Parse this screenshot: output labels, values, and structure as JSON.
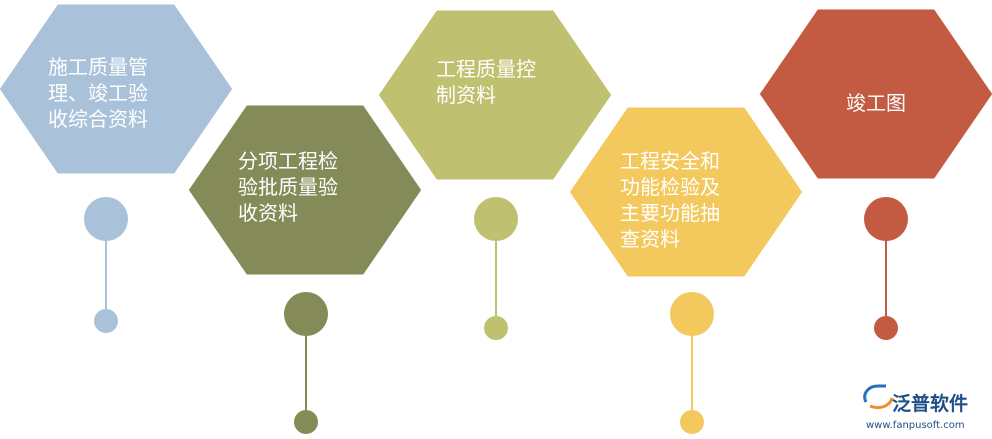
{
  "diagram": {
    "steps": [
      {
        "name": "step-1",
        "color": "#a9c2da",
        "lines": [
          "施工质量管",
          "理、竣工验",
          "收综合资料"
        ]
      },
      {
        "name": "step-2",
        "color": "#848b59",
        "lines": [
          "分项工程检",
          "验批质量验",
          "收资料"
        ]
      },
      {
        "name": "step-3",
        "color": "#c0c170",
        "lines": [
          "工程质量控",
          "制资料"
        ]
      },
      {
        "name": "step-4",
        "color": "#f3c95e",
        "lines": [
          "工程安全和",
          "功能检验及",
          "主要功能抽",
          "查资料"
        ]
      },
      {
        "name": "step-5",
        "color": "#c35b42",
        "lines": [
          "竣工图"
        ]
      }
    ]
  },
  "watermark": {
    "brand": "泛普软件",
    "url": "www.fanpusoft.com",
    "brand_color": "#1f4f86",
    "logo_colors": [
      "#2a6fc0",
      "#f28c28"
    ]
  }
}
